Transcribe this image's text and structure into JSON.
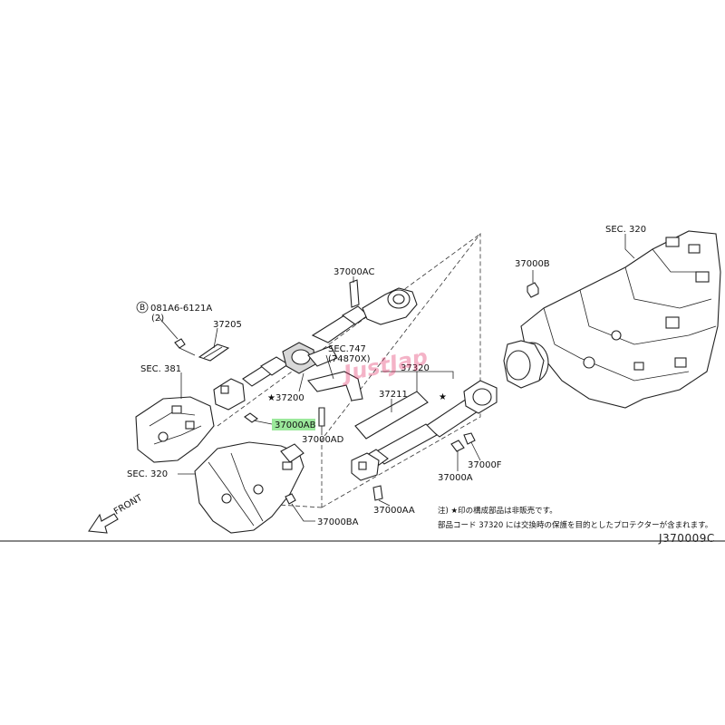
{
  "diagram": {
    "watermark": "JustJap",
    "diagram_code": "J370009C",
    "front_label": "FRONT",
    "labels": {
      "sec_320_right": "SEC. 320",
      "p37000B": "37000B",
      "p37000AC": "37000AC",
      "bolt_ref": "081A6-6121A",
      "bolt_circle": "B",
      "bolt_qty": "(2)",
      "p37205": "37205",
      "sec_381": "SEC. 381",
      "sec_747": "SEC.747",
      "sec_747_ref": "(74870X)",
      "p37320": "37320",
      "p37211": "37211",
      "p37200": "★37200",
      "p37000AB": "37000AB",
      "p37000AD": "37000AD",
      "sec_320_left": "SEC. 320",
      "p37000F": "37000F",
      "p37000A": "37000A",
      "p37000AA": "37000AA",
      "p37000BA": "37000BA",
      "star_marker": "★"
    },
    "notes": {
      "line1": "注) ★印の構成部品は非販売です。",
      "line2": "部品コード 37320 には交換時の保護を目的としたプロテクターが含まれます。"
    },
    "colors": {
      "highlight": "#9be89b",
      "watermark": "#e0245e",
      "line": "#222222"
    }
  }
}
